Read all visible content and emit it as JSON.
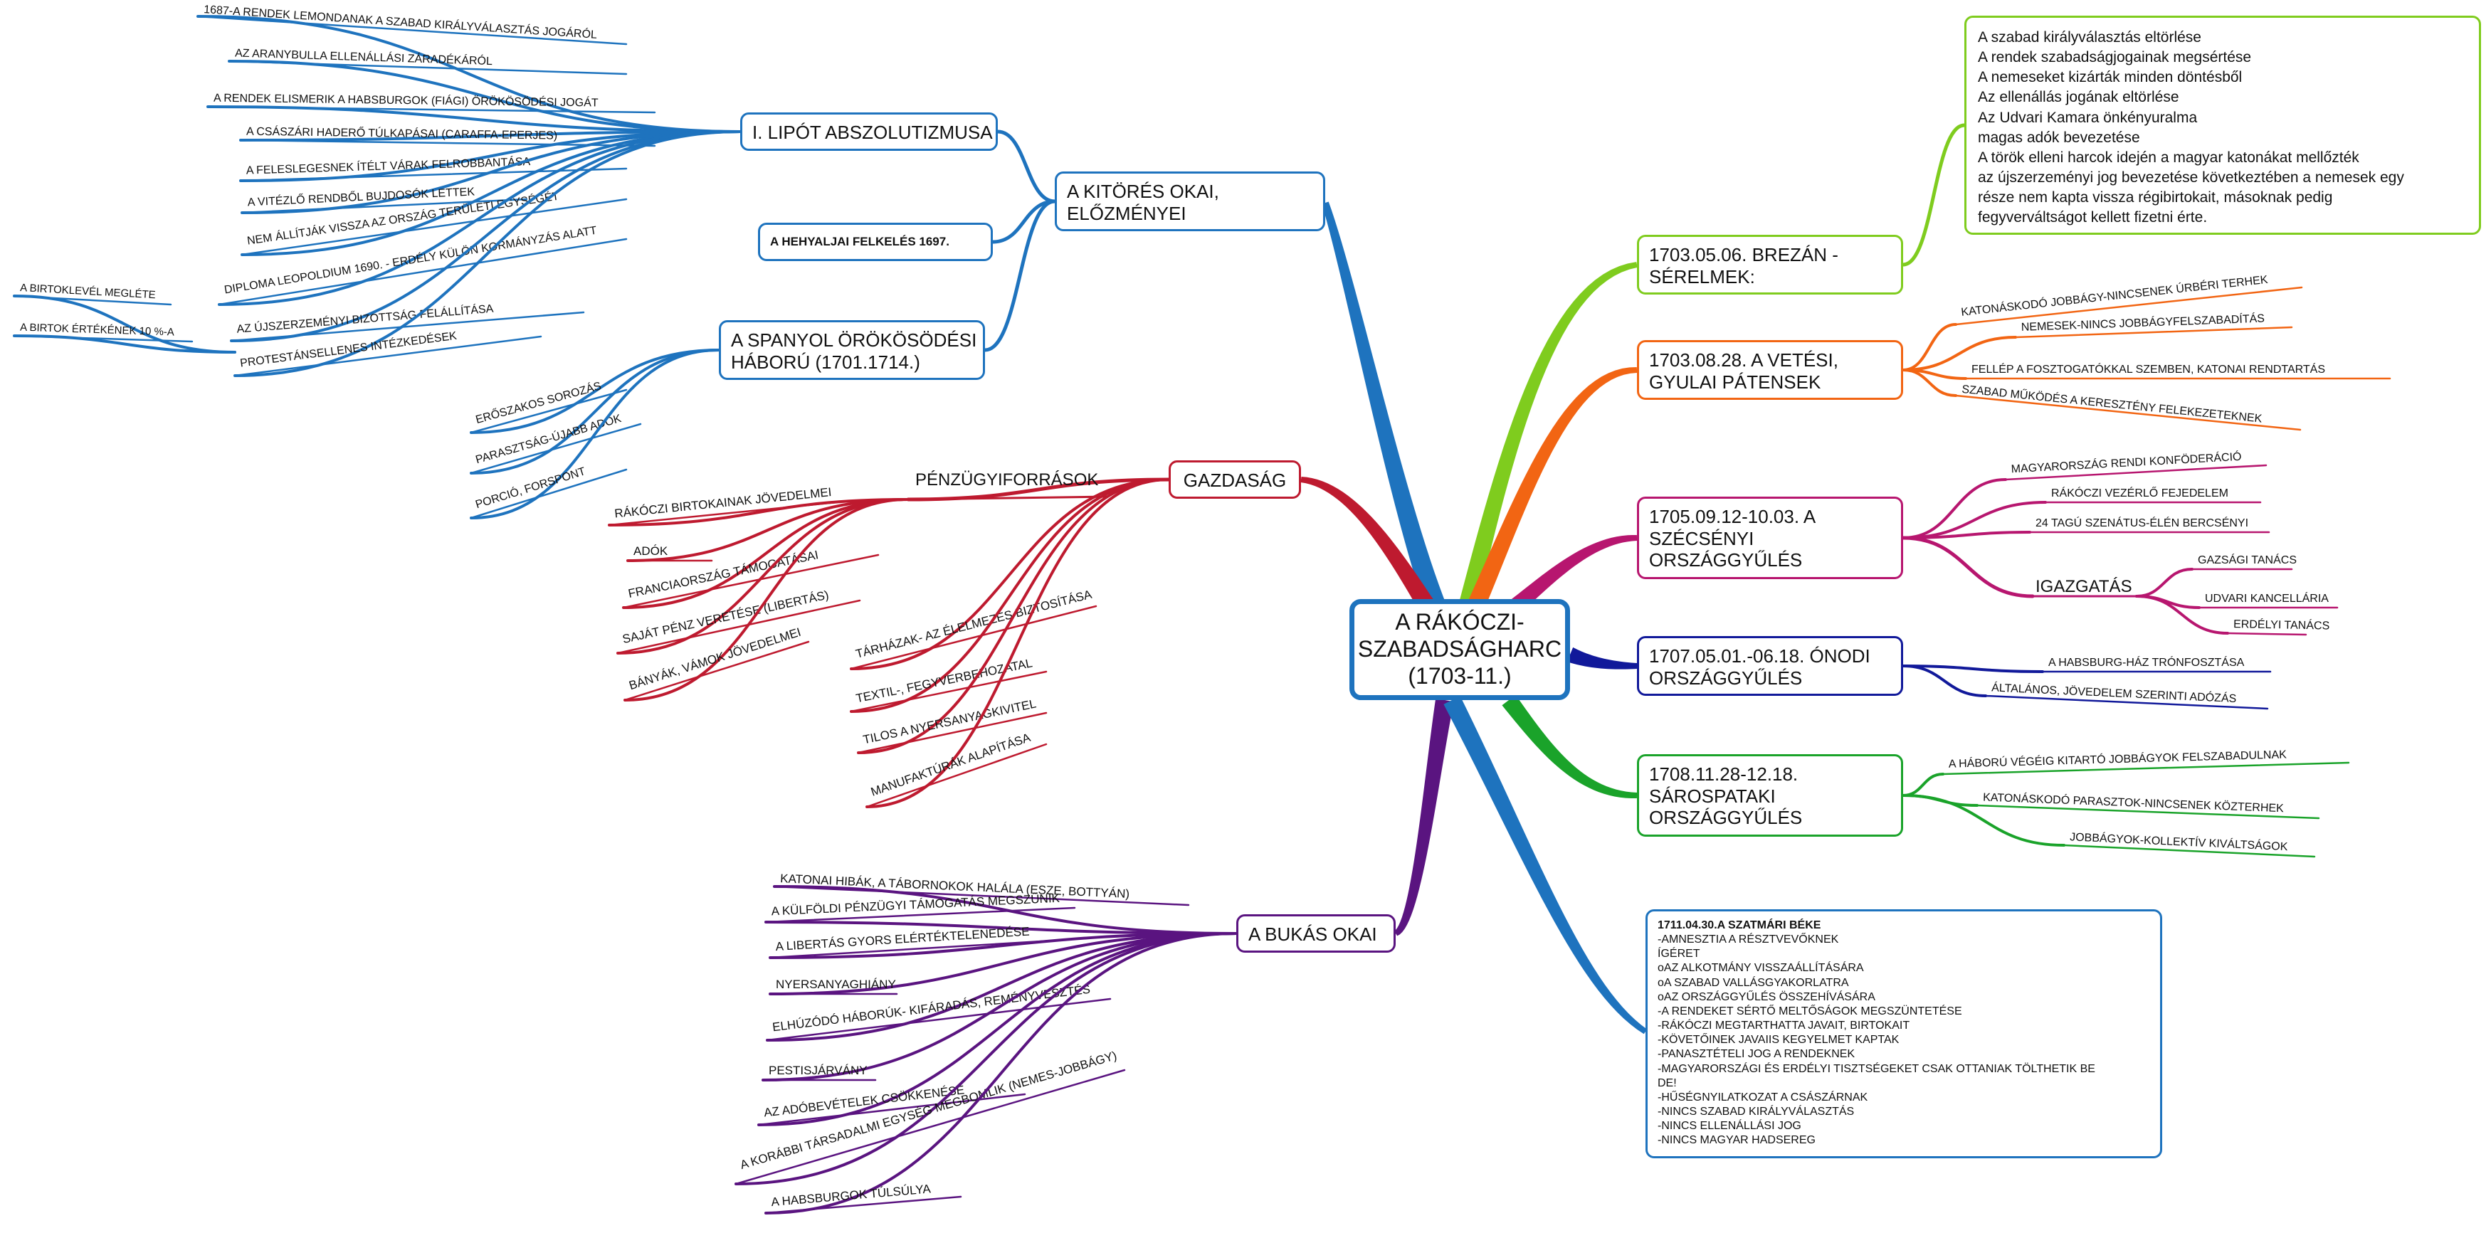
{
  "center": "A RÁKÓCZI-\nSZABADSÁGHARC\n(1703-11.)",
  "colors": {
    "blue": "#1e73be",
    "green_light": "#7fcc1e",
    "orange": "#f26513",
    "magenta": "#b7166f",
    "navy": "#11199a",
    "green": "#1aa32a",
    "purple": "#5a1480",
    "crimson": "#be1a2f"
  },
  "nodes": {
    "kitores": "A KITÖRÉS OKAI,\nELŐZMÉNYEI",
    "lipot": "I. LIPÓT ABSZOLUTIZMUSA",
    "hegyalja": "A HEHYALJAI FELKELÉS 1697.",
    "spanyol": "A SPANYOL ÖRÖKÖSÖDÉSI\nHÁBORÚ (1701.1714.)",
    "gazdasag": "GAZDASÁG",
    "bukas": "A BUKÁS OKAI",
    "brezan": "1703.05.06. BREZÁN -\nSÉRELMEK:",
    "veteli": "1703.08.28. A VETÉSI,\nGYULAI PÁTENSEK",
    "szecsenyi": "1705.09.12-10.03. A\nSZÉCSÉNYI\nORSZÁGGYŰLÉS",
    "onodi": "1707.05.01.-06.18. ÓNODI\nORSZÁGGYŰLÉS",
    "sarospatak": "1708.11.28-12.18.\nSÁROSPATAKI\nORSZÁGGYŰLÉS"
  },
  "lipot_items": [
    "1687-A RENDEK LEMONDANAK A SZABAD KIRÁLYVÁLASZTÁS JOGÁRÓL",
    "AZ ARANYBULLA ELLENÁLLÁSI ZÁRADÉKÁRÓL",
    "A RENDEK ELISMERIK A HABSBURGOK (FIÁGI) ÖRÖKÖSÖDÉSI JOGÁT",
    "A CSÁSZÁRI HADERŐ TÚLKAPÁSAI (CARAFFA-EPERJES)",
    "A FELESLEGESNEK ÍTÉLT VÁRAK FELROBBANTÁSA",
    "A VITÉZLŐ RENDBŐL BUJDOSÓK LETTEK",
    "NEM ÁLLÍTJÁK VISSZA AZ ORSZÁG TERÜLETI EGYSÉGÉT",
    "DIPLOMA LEOPOLDIUM 1690. - ERDÉLY KÜLÖN KORMÁNYZÁS ALATT",
    "AZ ÚJSZERZEMÉNYI BIZOTTSÁG FELÁLLÍTÁSA",
    "PROTESTÁNSELLENES INTÉZKEDÉSEK"
  ],
  "ujszerzemenyi_items": [
    "A BIRTOKLEVÉL MEGLÉTE",
    "A BIRTOK ÉRTÉKÉNEK 10 %-A"
  ],
  "spanyol_items": [
    "ERŐSZAKOS SOROZÁS",
    "PARASZTSÁG-ÚJABB ADÓK",
    "PORCIÓ, FORSPONT"
  ],
  "penzugy_label": "PÉNZÜGYIFORRÁSOK",
  "penzugy_items": [
    "RÁKÓCZI BIRTOKAINAK JÖVEDELMEI",
    "ADÓK",
    "FRANCIAORSZÁG TÁMOGATÁSAI",
    "SAJÁT PÉNZ VERETÉSE (LIBERTÁS)",
    "BÁNYÁK, VÁMOK JÖVEDELMEI"
  ],
  "gazdasag_items": [
    "TÁRHÁZAK- AZ ÉLELMEZÉS BIZTOSÍTÁSA",
    "TEXTIL-, FEGYVERBEHOZATAL",
    "TILOS A NYERSANYAGKIVITEL",
    "MANUFAKTÚRÁK ALAPÍTÁSA"
  ],
  "bukas_items": [
    "KATONAI HIBÁK, A TÁBORNOKOK HALÁLA (ESZE, BOTTYÁN)",
    "A KÜLFÖLDI PÉNZÜGYI TÁMOGATÁS MEGSZŰNIK",
    "A LIBERTÁS GYORS ELÉRTÉKTELENEDÉSE",
    "NYERSANYAGHIÁNY",
    "ELHÚZÓDÓ HÁBORÚK- KIFÁRADÁS, REMÉNYVESZTÉS",
    "PESTISJÁRVÁNY",
    "AZ ADÓBEVÉTELEK CSÖKKENÉSE",
    "A KORÁBBI TÁRSADALMI EGYSÉG MEGBOMLIK (NEMES-JOBBÁGY)",
    "A HABSBURGOK TÚLSÚLYA"
  ],
  "veteli_items": [
    "KATONÁSKODÓ JOBBÁGY-NINCSENEK ÚRBÉRI TERHEK",
    "NEMESEK-NINCS JOBBÁGYFELSZABADÍTÁS",
    "FELLÉP A FOSZTOGATÓKKAL SZEMBEN, KATONAI RENDTARTÁS",
    "SZABAD MŰKÖDÉS A KERESZTÉNY FELEKEZETEKNEK"
  ],
  "szecsenyi_items": [
    "MAGYARORSZÁG RENDI KONFÖDERÁCIÓ",
    "RÁKÓCZI VEZÉRLŐ FEJEDELEM",
    "24 TAGÚ SZENÁTUS-ÉLÉN BERCSÉNYI"
  ],
  "igazgatas_label": "IGAZGATÁS",
  "igazgatas_items": [
    "GAZSÁGI TANÁCS",
    "UDVARI KANCELLÁRIA",
    "ERDÉLYI TANÁCS"
  ],
  "onodi_items": [
    "A HABSBURG-HÁZ TRÓNFOSZTÁSA",
    "ÁLTALÁNOS, JÖVEDELEM SZERINTI ADÓZÁS"
  ],
  "sarospatak_items": [
    "A HÁBORÚ VÉGÉIG KITARTÓ JOBBÁGYOK FELSZABADULNAK",
    "KATONÁSKODÓ PARASZTOK-NINCSENEK KÖZTERHEK",
    "JOBBÁGYOK-KOLLEKTÍV KIVÁLTSÁGOK"
  ],
  "brezan_note": "A szabad királyválasztás eltörlése\nA rendek szabadságjogainak megsértése\nA nemeseket kizárták minden döntésből\nAz ellenállás jogának eltörlése\nAz Udvari Kamara önkényuralma\nmagas adók bevezetése\nA török elleni harcok idején a magyar katonákat mellőzték\naz újszerzeményi jog bevezetése következtében a nemesek egy\nrésze nem kapta vissza régibirtokait, másoknak pedig\nfegyverváltságot kellett fizetni érte.",
  "szatmar_title": "1711.04.30.A SZATMÁRI BÉKE",
  "szatmar_body": "-AMNESZTIA A RÉSZTVEVŐKNEK\nÍGÉRET\noAZ ALKOTMÁNY VISSZAÁLLÍTÁSÁRA\noA SZABAD VALLÁSGYAKORLATRA\noAZ ORSZÁGGYŰLÉS ÖSSZEHÍVÁSÁRA\n-A RENDEKET SÉRTŐ MELTŐSÁGOK MEGSZÜNTETÉSE\n-RÁKÓCZI MEGTARTHATTA JAVAIT, BIRTOKAIT\n-KÖVETŐINEK JAVAIIS KEGYELMET KAPTAK\n-PANASZTÉTELI JOG A RENDEKNEK\n-MAGYARORSZÁGI ÉS ERDÉLYI TISZTSÉGEKET CSAK OTTANIAK TÖLTHETIK BE\nDE!\n-HŰSÉGNYILATKOZAT A CSÁSZÁRNAK\n-NINCS SZABAD KIRÁLYVÁLASZTÁS\n-NINCS ELLENÁLLÁSI JOG\n-NINCS MAGYAR HADSEREG"
}
